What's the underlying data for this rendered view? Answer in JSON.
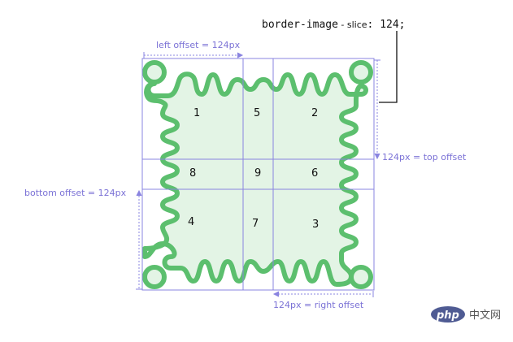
{
  "annotation": {
    "code_part1": "border-image",
    "code_part2": " - slice",
    "code_part3": ": 124;"
  },
  "offsets": {
    "left": "left offset = 124px",
    "top": "124px  = top offset",
    "bottom": "bottom offset = 124px",
    "right": "124px  = right offset"
  },
  "regions": {
    "r1": "1",
    "r2": "2",
    "r3": "3",
    "r4": "4",
    "r5": "5",
    "r6": "6",
    "r7": "7",
    "r8": "8",
    "r9": "9"
  },
  "watermark": {
    "logo": "php",
    "text": "中文网"
  },
  "colors": {
    "shape_stroke": "#5cbf6e",
    "shape_fill": "#e3f4e5",
    "guide": "#8a84e0",
    "guide_text": "#7b72d6"
  }
}
